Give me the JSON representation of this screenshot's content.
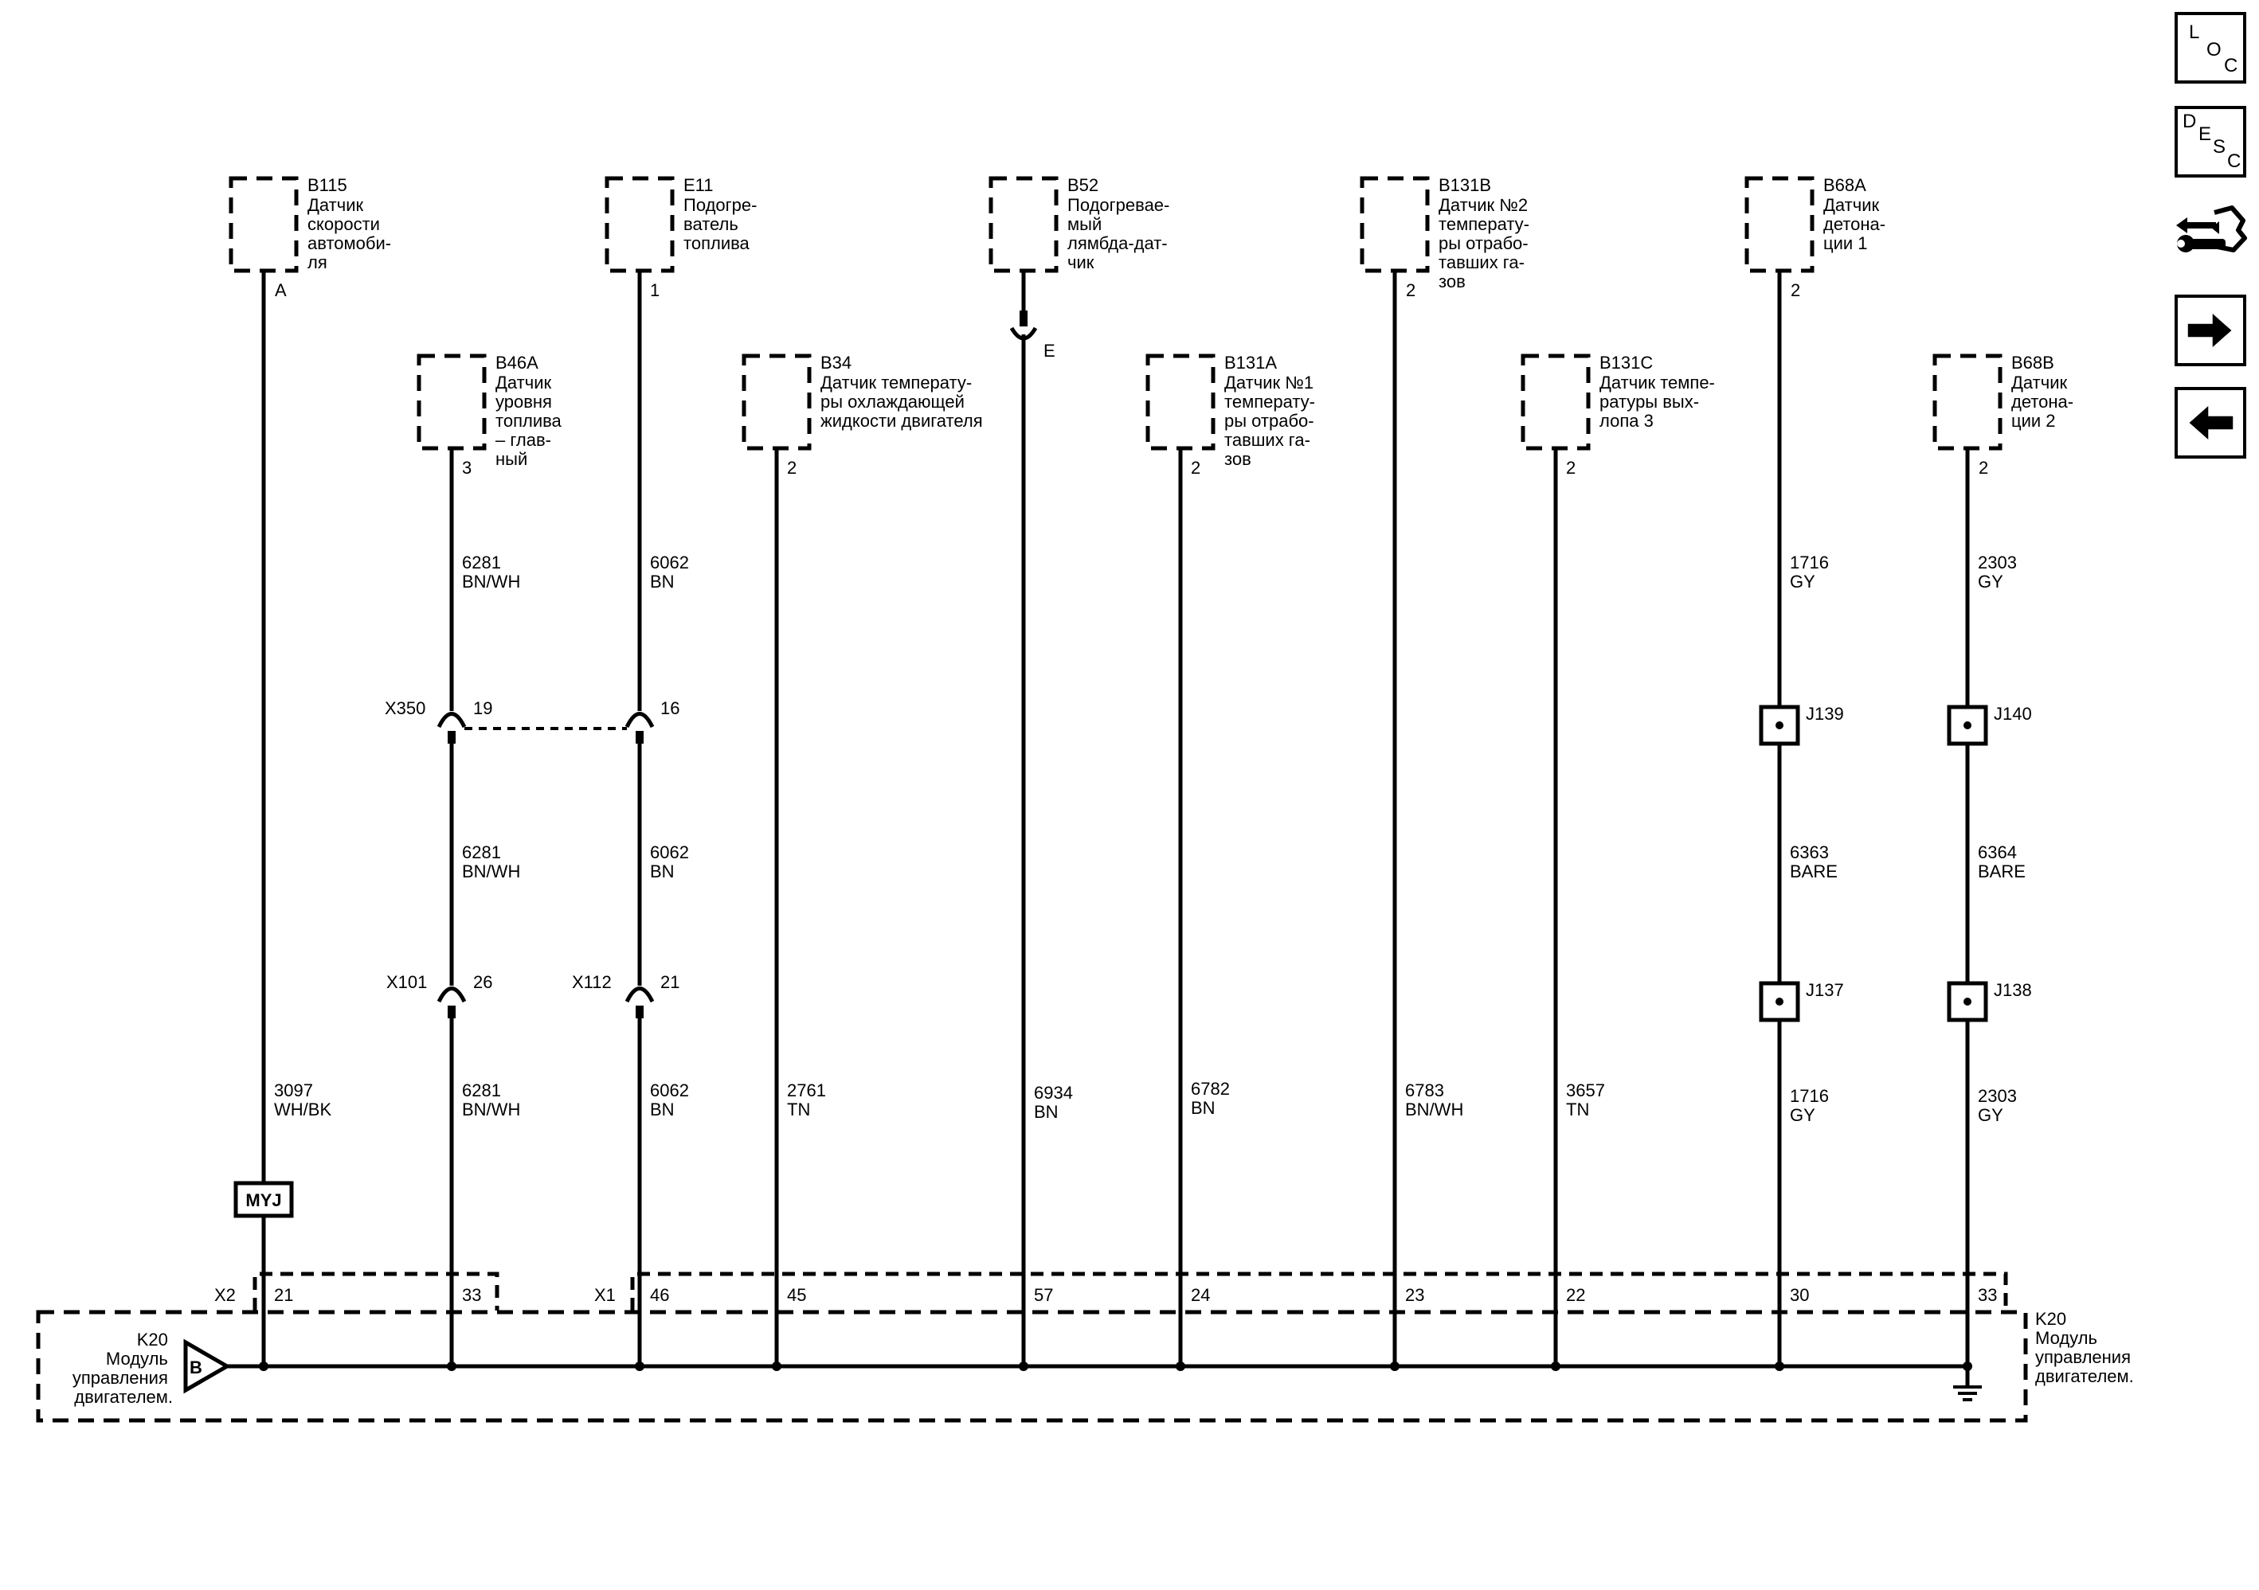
{
  "nav": {
    "loc": {
      "l1": "L",
      "l2": "O",
      "l3": "C"
    },
    "desc": {
      "l1": "D",
      "l2": "E",
      "l3": "S",
      "l4": "C"
    }
  },
  "components": {
    "b115": {
      "id": "B115",
      "lines": [
        "Датчик",
        "скорости",
        "автомоби-",
        "ля"
      ],
      "pin": "A"
    },
    "e11": {
      "id": "E11",
      "lines": [
        "Подогре-",
        "ватель",
        "топлива"
      ],
      "pin": "1"
    },
    "b52": {
      "id": "B52",
      "lines": [
        "Подогревае-",
        "мый",
        "лямбда-дат-",
        "чик"
      ],
      "pin": "E"
    },
    "b131b": {
      "id": "B131B",
      "lines": [
        "Датчик №2",
        "температу-",
        "ры отрабо-",
        "тавших га-",
        "зов"
      ],
      "pin": "2"
    },
    "b68a": {
      "id": "B68A",
      "lines": [
        "Датчик",
        "детона-",
        "ции 1"
      ],
      "pin": "2"
    },
    "b46a": {
      "id": "B46A",
      "lines": [
        "Датчик",
        "уровня",
        "топлива",
        "– глав-",
        "ный"
      ],
      "pin": "3"
    },
    "b34": {
      "id": "B34",
      "lines": [
        "Датчик температу-",
        "ры охлаждающей",
        "жидкости двигателя"
      ],
      "pin": "2"
    },
    "b131a": {
      "id": "B131A",
      "lines": [
        "Датчик №1",
        "температу-",
        "ры отрабо-",
        "тавших га-",
        "зов"
      ],
      "pin": "2"
    },
    "b131c": {
      "id": "B131C",
      "lines": [
        "Датчик темпе-",
        "ратуры вых-",
        "лопа 3"
      ],
      "pin": "2"
    },
    "b68b": {
      "id": "B68B",
      "lines": [
        "Датчик",
        "детона-",
        "ции 2"
      ],
      "pin": "2"
    }
  },
  "wires": {
    "b46a_top": {
      "circuit": "6281",
      "color": "BN/WH"
    },
    "b46a_mid": {
      "circuit": "6281",
      "color": "BN/WH"
    },
    "b46a_bot": {
      "circuit": "6281",
      "color": "BN/WH"
    },
    "e11_top": {
      "circuit": "6062",
      "color": "BN"
    },
    "e11_mid": {
      "circuit": "6062",
      "color": "BN"
    },
    "e11_bot": {
      "circuit": "6062",
      "color": "BN"
    },
    "b68a_top": {
      "circuit": "1716",
      "color": "GY"
    },
    "b68a_mid": {
      "circuit": "6363",
      "color": "BARE"
    },
    "b68a_bot": {
      "circuit": "1716",
      "color": "GY"
    },
    "b68b_top": {
      "circuit": "2303",
      "color": "GY"
    },
    "b68b_mid": {
      "circuit": "6364",
      "color": "BARE"
    },
    "b68b_bot": {
      "circuit": "2303",
      "color": "GY"
    },
    "b115": {
      "circuit": "3097",
      "color": "WH/BK"
    },
    "b34": {
      "circuit": "2761",
      "color": "TN"
    },
    "b52": {
      "circuit": "6934",
      "color": "BN"
    },
    "b131a": {
      "circuit": "6782",
      "color": "BN"
    },
    "b131b": {
      "circuit": "6783",
      "color": "BN/WH"
    },
    "b131c": {
      "circuit": "3657",
      "color": "TN"
    }
  },
  "connectors": {
    "x350": {
      "name": "X350",
      "pin_a": "19",
      "pin_b": "16"
    },
    "x101": {
      "name": "X101",
      "pin": "26"
    },
    "x112": {
      "name": "X112",
      "pin": "21"
    }
  },
  "splices": {
    "j139": "J139",
    "j140": "J140",
    "j137": "J137",
    "j138": "J138"
  },
  "option_code": "MYJ",
  "module": {
    "left_lines": [
      "K20",
      "Модуль",
      "управления",
      "двигателем."
    ],
    "right_lines": [
      "K20",
      "Модуль",
      "управления",
      "двигателем."
    ],
    "symbol": "B",
    "x2": {
      "name": "X2",
      "pins": [
        "21",
        "33"
      ]
    },
    "x1": {
      "name": "X1",
      "pins": [
        "46",
        "45",
        "57",
        "24",
        "23",
        "22",
        "30",
        "33"
      ]
    }
  }
}
